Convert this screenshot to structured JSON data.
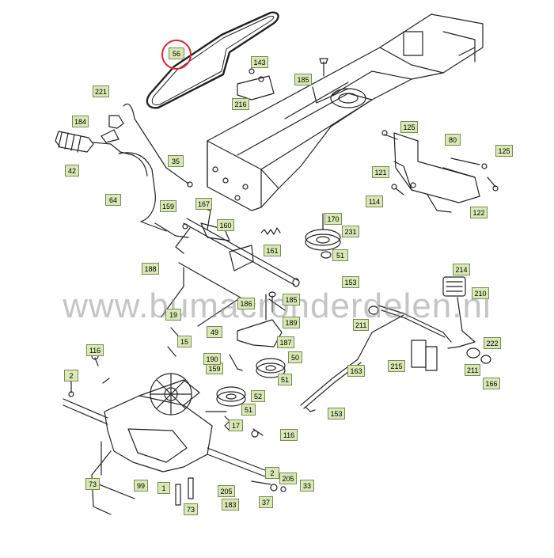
{
  "watermark": "www.bumacronderdelen.nl",
  "highlight_ring_color": "#d9272e",
  "callout_fill": "#d9e8b4",
  "callouts": [
    {
      "id": "56",
      "label": "56"
    },
    {
      "id": "143",
      "label": "143"
    },
    {
      "id": "185a",
      "label": "185"
    },
    {
      "id": "216",
      "label": "216"
    },
    {
      "id": "221",
      "label": "221"
    },
    {
      "id": "184",
      "label": "184"
    },
    {
      "id": "42",
      "label": "42"
    },
    {
      "id": "35",
      "label": "35"
    },
    {
      "id": "125a",
      "label": "125"
    },
    {
      "id": "80",
      "label": "80"
    },
    {
      "id": "125b",
      "label": "125"
    },
    {
      "id": "121",
      "label": "121"
    },
    {
      "id": "114",
      "label": "114"
    },
    {
      "id": "122",
      "label": "122"
    },
    {
      "id": "64",
      "label": "64"
    },
    {
      "id": "159a",
      "label": "159"
    },
    {
      "id": "167",
      "label": "167"
    },
    {
      "id": "160",
      "label": "160"
    },
    {
      "id": "170",
      "label": "170"
    },
    {
      "id": "231",
      "label": "231"
    },
    {
      "id": "161",
      "label": "161"
    },
    {
      "id": "51a",
      "label": "51"
    },
    {
      "id": "188",
      "label": "188"
    },
    {
      "id": "214",
      "label": "214"
    },
    {
      "id": "153a",
      "label": "153"
    },
    {
      "id": "210",
      "label": "210"
    },
    {
      "id": "186",
      "label": "186"
    },
    {
      "id": "185b",
      "label": "185"
    },
    {
      "id": "19",
      "label": "19"
    },
    {
      "id": "49",
      "label": "49"
    },
    {
      "id": "189",
      "label": "189"
    },
    {
      "id": "211a",
      "label": "211"
    },
    {
      "id": "15",
      "label": "15"
    },
    {
      "id": "187",
      "label": "187"
    },
    {
      "id": "116a",
      "label": "116"
    },
    {
      "id": "159b",
      "label": "159"
    },
    {
      "id": "190",
      "label": "190"
    },
    {
      "id": "50",
      "label": "50"
    },
    {
      "id": "222",
      "label": "222"
    },
    {
      "id": "211b",
      "label": "211"
    },
    {
      "id": "215",
      "label": "215"
    },
    {
      "id": "163",
      "label": "163"
    },
    {
      "id": "51b",
      "label": "51"
    },
    {
      "id": "166",
      "label": "166"
    },
    {
      "id": "2a",
      "label": "2"
    },
    {
      "id": "52",
      "label": "52"
    },
    {
      "id": "51c",
      "label": "51"
    },
    {
      "id": "17",
      "label": "17"
    },
    {
      "id": "153b",
      "label": "153"
    },
    {
      "id": "116b",
      "label": "116"
    },
    {
      "id": "2b",
      "label": "2"
    },
    {
      "id": "205a",
      "label": "205"
    },
    {
      "id": "33",
      "label": "33"
    },
    {
      "id": "73a",
      "label": "73"
    },
    {
      "id": "99",
      "label": "99"
    },
    {
      "id": "1",
      "label": "1"
    },
    {
      "id": "205b",
      "label": "205"
    },
    {
      "id": "183",
      "label": "183"
    },
    {
      "id": "37",
      "label": "37"
    },
    {
      "id": "73b",
      "label": "73"
    }
  ]
}
